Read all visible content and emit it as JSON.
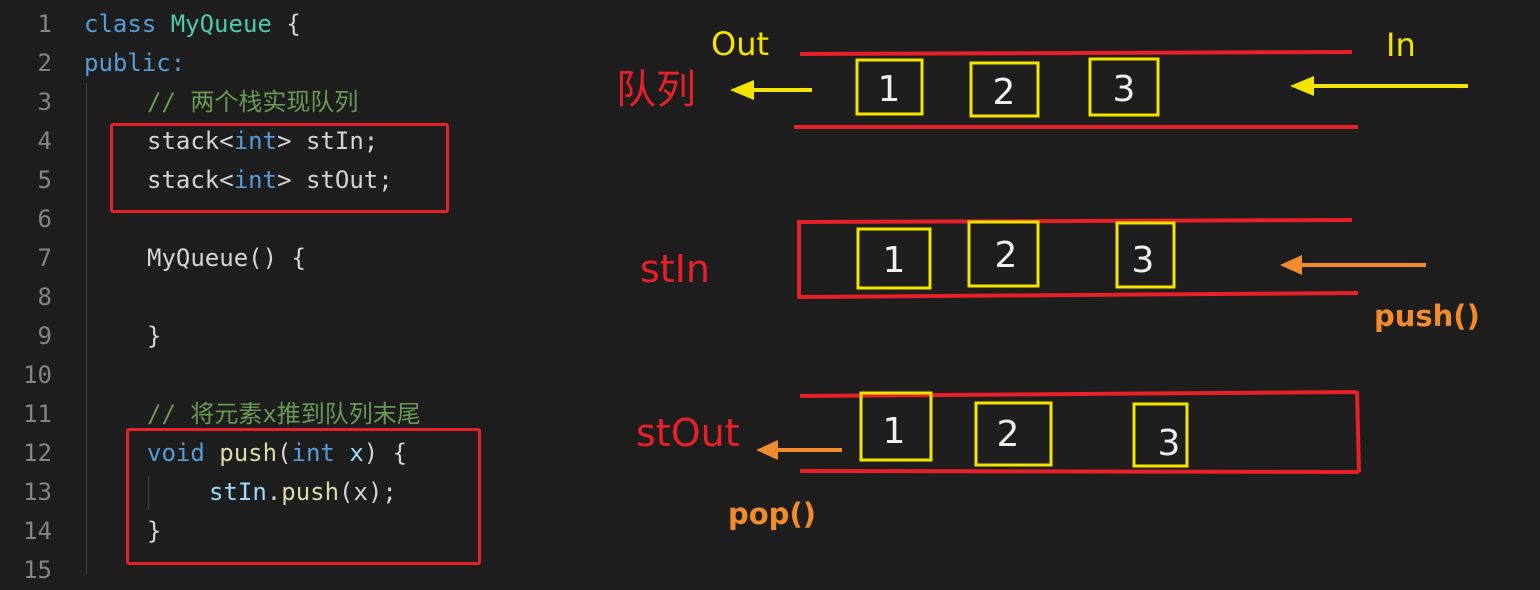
{
  "code": {
    "line_numbers": [
      "1",
      "2",
      "3",
      "4",
      "5",
      "6",
      "7",
      "8",
      "9",
      "10",
      "11",
      "12",
      "13",
      "14",
      "15"
    ],
    "line1": {
      "kw": "class",
      "name": "MyQueue",
      "brace": "{"
    },
    "line2": {
      "kw": "public:"
    },
    "line3": {
      "comment": "// 两个栈实现队列"
    },
    "line4": {
      "type": "stack<",
      "tkw": "int",
      "close": ">",
      "var": "stIn;"
    },
    "line5": {
      "type": "stack<",
      "tkw": "int",
      "close": ">",
      "var": "stOut;"
    },
    "line7": {
      "fn": "MyQueue",
      "rest": "() {"
    },
    "line9": {
      "text": "}"
    },
    "line11": {
      "comment": "// 将元素x推到队列末尾"
    },
    "line12": {
      "kw": "void",
      "fn": "push",
      "open": "(",
      "pkw": "int",
      "param": "x",
      "rest": ") {"
    },
    "line13": {
      "obj": "stIn",
      "dot": ".",
      "fn": "push",
      "args": "(x);"
    },
    "line14": {
      "text": "}"
    }
  },
  "diagram": {
    "queue_label": "队列",
    "out_label": "Out",
    "in_label": "In",
    "stin_label": "stIn",
    "stout_label": "stOut",
    "push_label": "push()",
    "pop_label": "pop()",
    "items": [
      "1",
      "2",
      "3"
    ],
    "colors": {
      "red": "#e8202a",
      "yellow": "#f5e400",
      "orange": "#f28a2e"
    }
  }
}
